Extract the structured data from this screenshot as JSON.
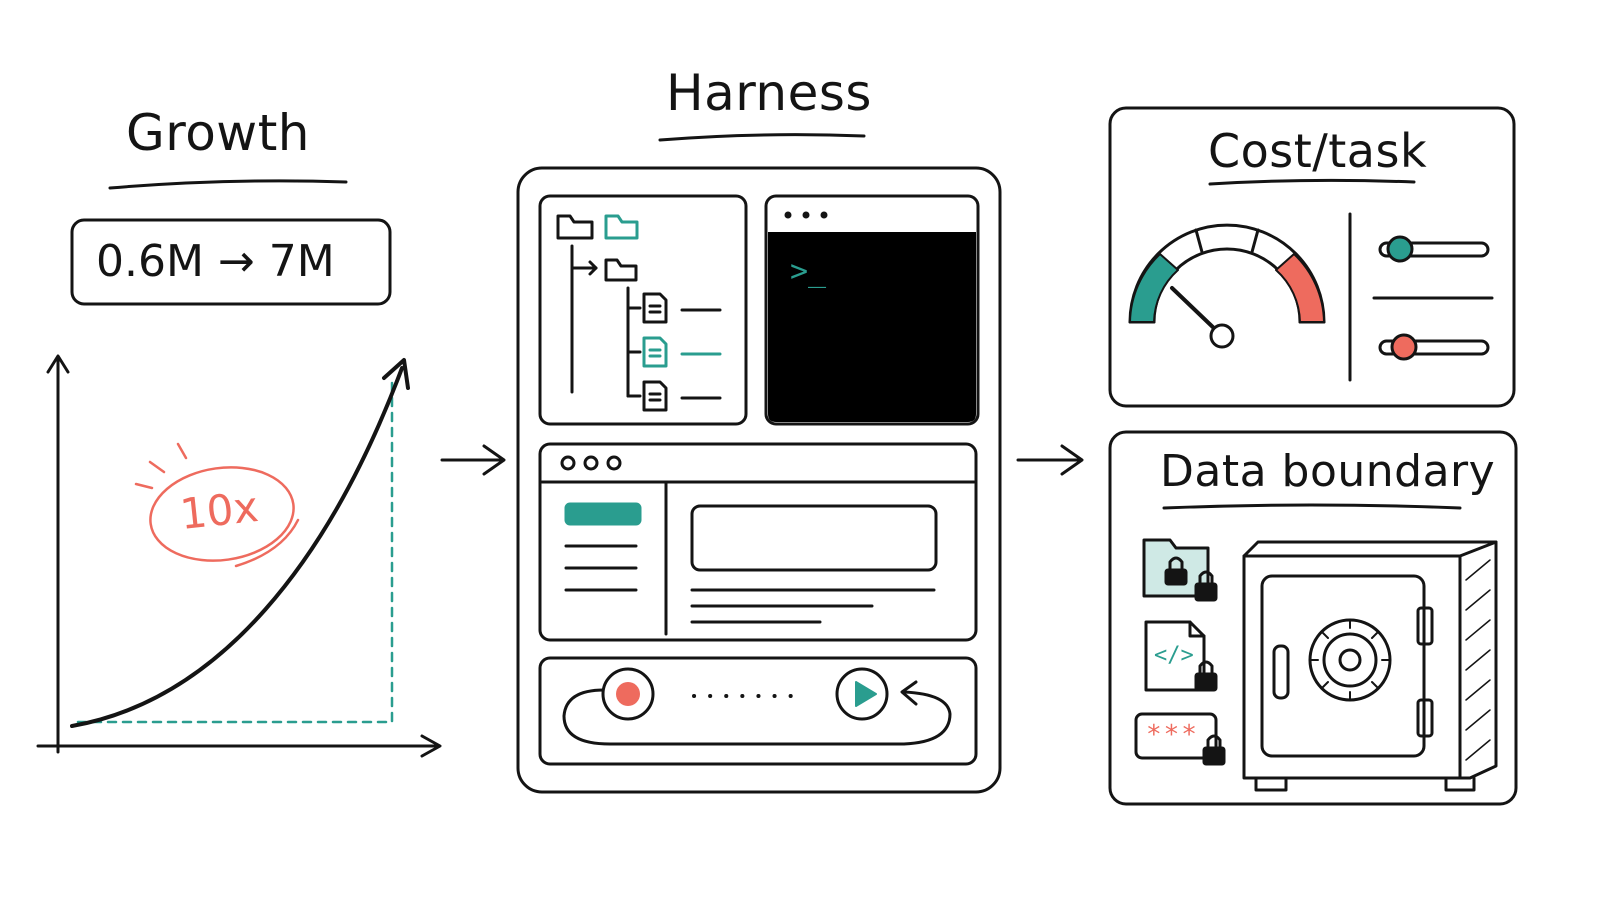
{
  "colors": {
    "ink": "#141414",
    "teal": "#2a9d8f",
    "coral": "#ee6b5e",
    "terminal_bg": "#000000"
  },
  "growth": {
    "title": "Growth",
    "metric": "0.6M → 7M",
    "badge": "10x"
  },
  "harness": {
    "title": "Harness",
    "terminal_prompt": ">_"
  },
  "cost": {
    "title": "Cost/task"
  },
  "data_boundary": {
    "title": "Data boundary",
    "code_label": "</>",
    "secret_label": "***"
  },
  "icons": [
    "folder-icon",
    "file-icon",
    "terminal-icon",
    "record-icon",
    "play-icon",
    "loop-arrow-icon",
    "gauge-icon",
    "slider-icon",
    "lock-icon",
    "safe-icon",
    "arrow-right-icon"
  ]
}
